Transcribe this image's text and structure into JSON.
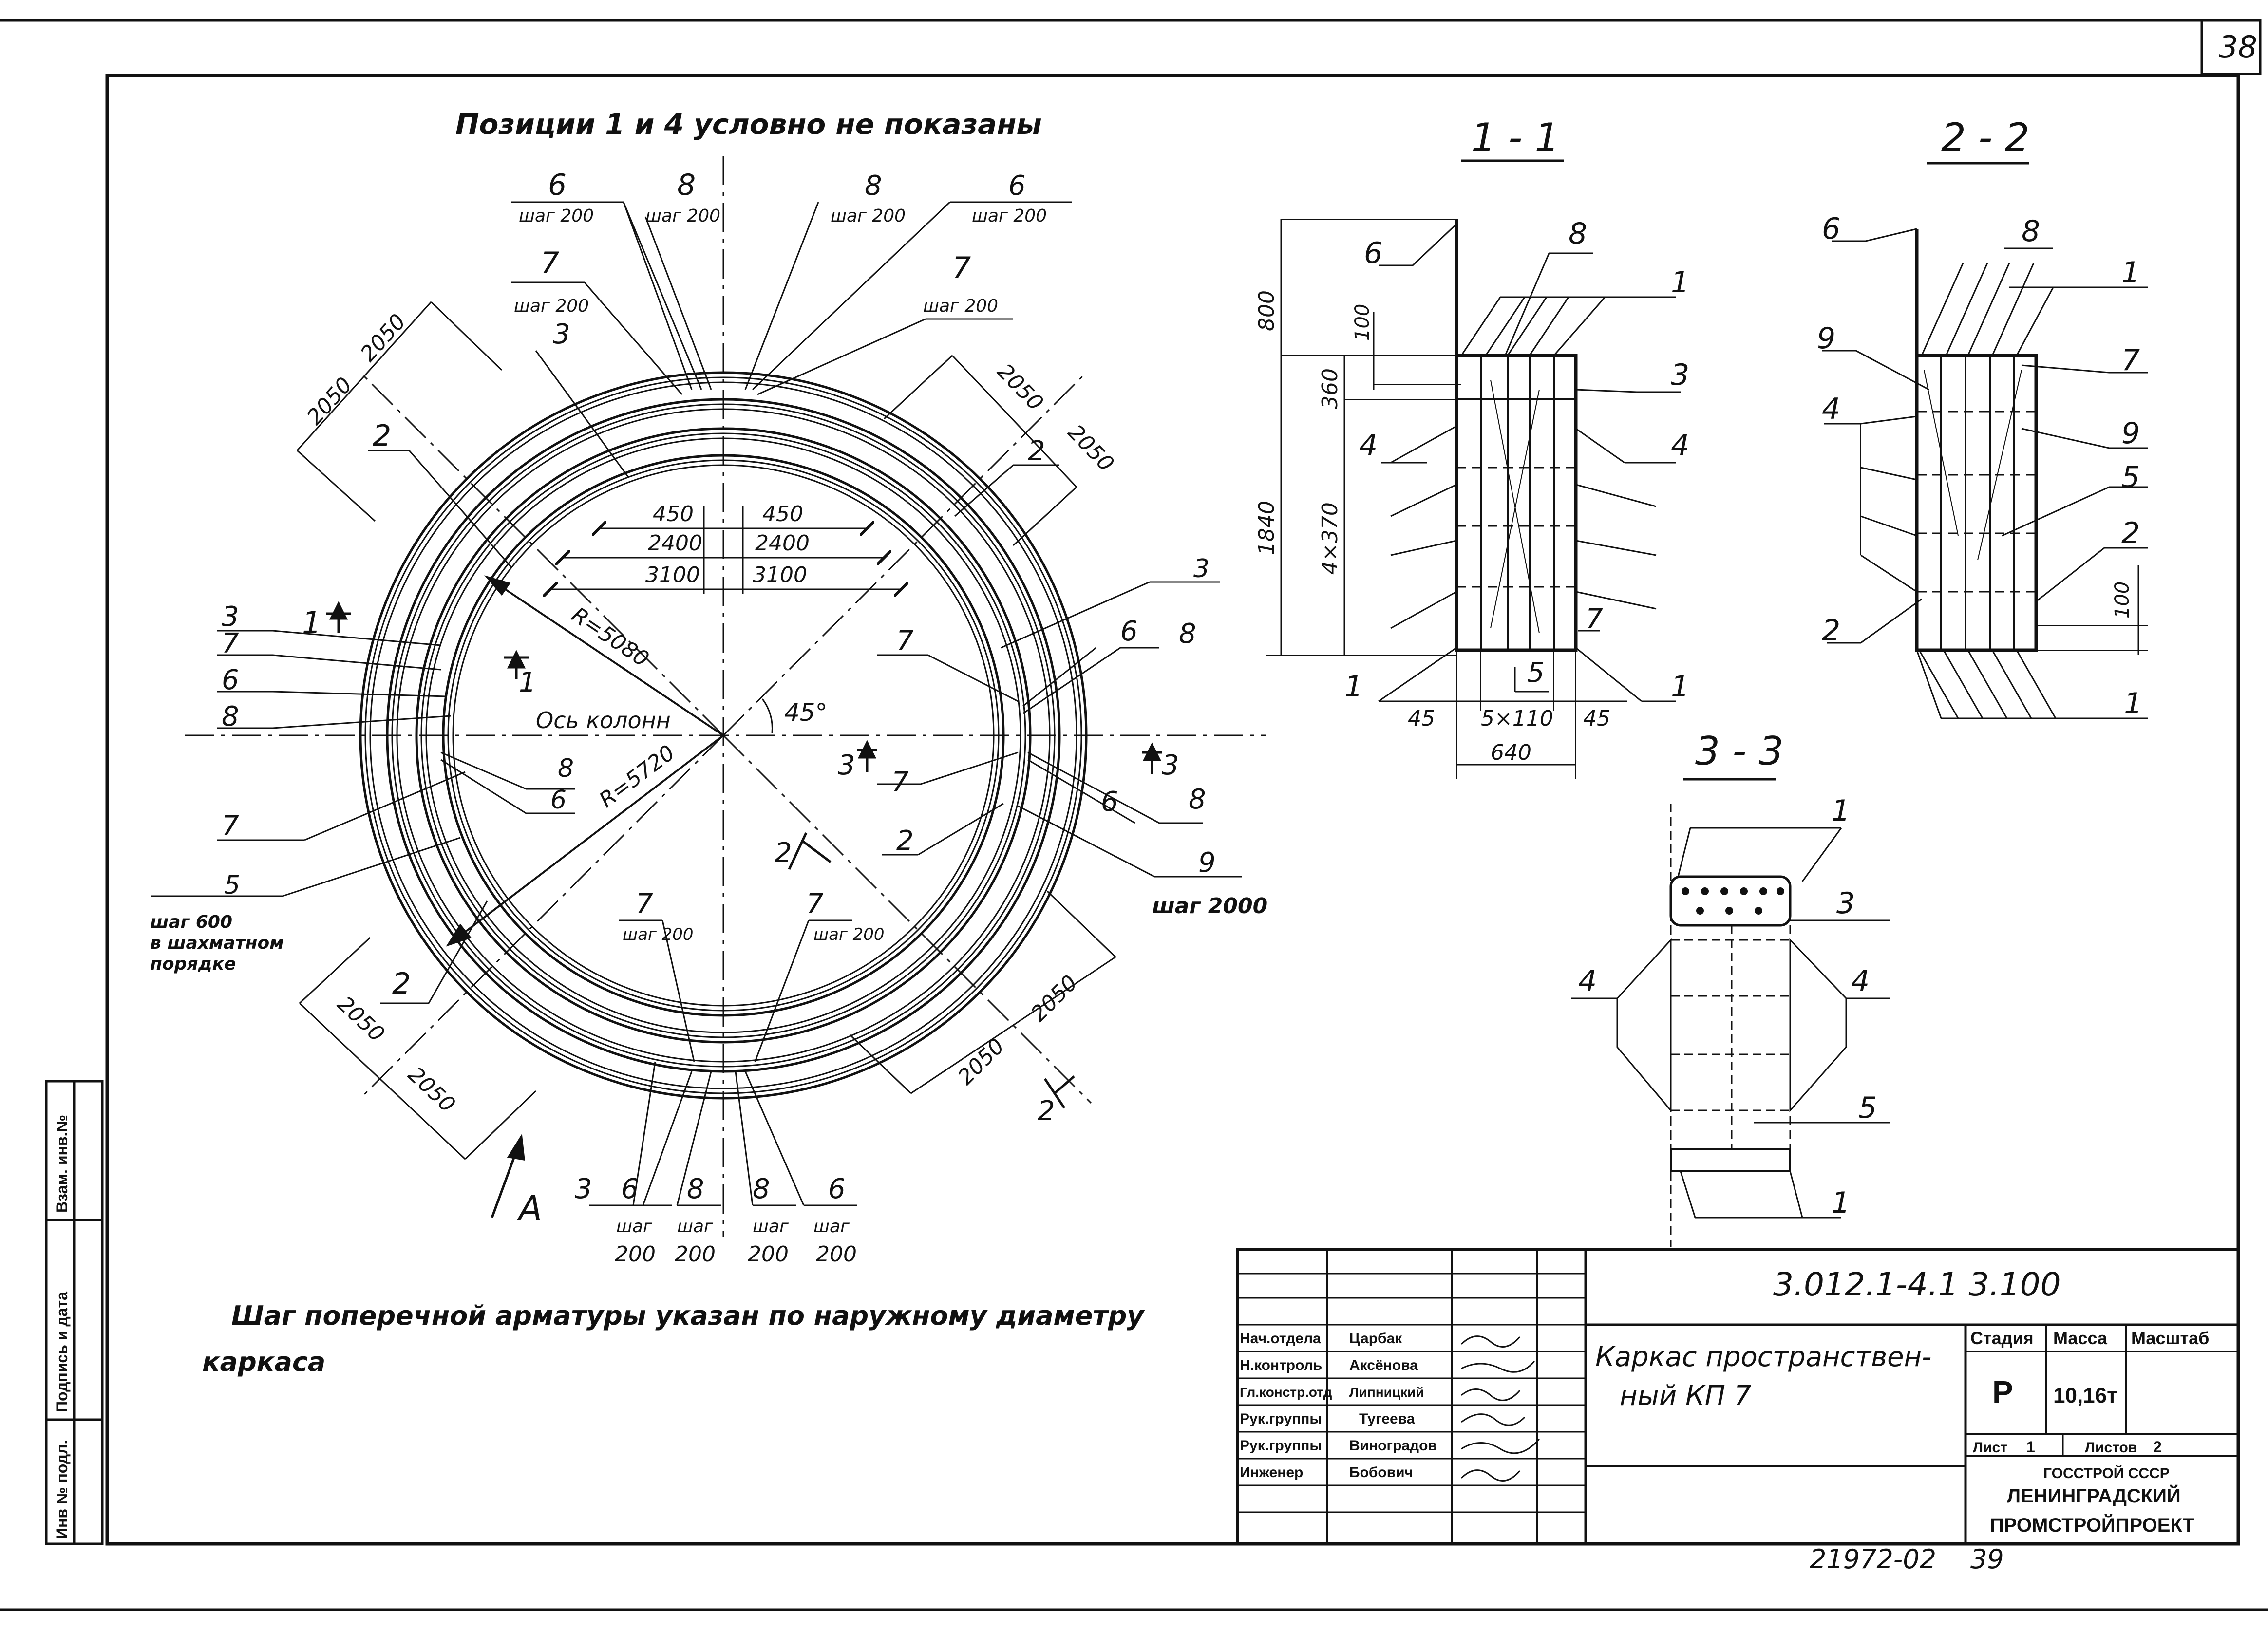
{
  "sheet_number": "38",
  "note_top": "Позиции 1 и 4 условно не показаны",
  "note_bottom_line1": "Шаг поперечной арматуры указан по наружному диаметру",
  "note_bottom_line2": "каркаса",
  "side_stamp": {
    "col1": "Инв № подл.",
    "col2": "Подпись и дата",
    "col3": "Взам. инв.№"
  },
  "ring": {
    "axis_label": "Ось колонн",
    "r_inner": "R=5080",
    "r_outer": "R=5720",
    "angle": "45°",
    "dims_top": [
      "450",
      "450",
      "2400",
      "2400",
      "3100",
      "3100"
    ],
    "chord_dims": [
      "2050",
      "2050"
    ],
    "view_label": "А",
    "section_marks": [
      "1",
      "1",
      "2",
      "2",
      "3",
      "3"
    ],
    "step_labels": {
      "shag200": "шаг 200",
      "shag2000": "шаг 2000",
      "pos5_1": "шаг 600",
      "pos5_2": "в шахматном",
      "pos5_3": "порядке",
      "bottom_shag": "шаг",
      "bottom_val": "200"
    },
    "positions": [
      "1",
      "2",
      "3",
      "4",
      "5",
      "6",
      "7",
      "8",
      "9"
    ]
  },
  "section_11": {
    "title": "1 - 1",
    "dims": {
      "h800": "800",
      "h100": "100",
      "h360": "360",
      "h1840": "1840",
      "h4x370": "4×370",
      "w45a": "45",
      "w5x110": "5×110",
      "w45b": "45",
      "w640": "640"
    }
  },
  "section_22": {
    "title": "2 - 2",
    "dim100": "100"
  },
  "section_33": {
    "title": "3 - 3"
  },
  "title_block": {
    "doc_code": "3.012.1-4.1  3.100",
    "item_name_1": "Каркас пространствен-",
    "item_name_2": "ный  КП 7",
    "col_stage": "Стадия",
    "col_mass": "Масса",
    "col_scale": "Масштаб",
    "stage": "Р",
    "mass": "10,16т",
    "sheet_label": "Лист",
    "sheet_value": "1",
    "sheets_label": "Листов",
    "sheets_value": "2",
    "org_1": "ГОССТРОЙ СССР",
    "org_2": "ЛЕНИНГРАДСКИЙ",
    "org_3": "ПРОМСТРОЙПРОЕКТ",
    "people": [
      {
        "role": "Нач.отдела",
        "name": "Царбак"
      },
      {
        "role": "Н.контроль",
        "name": "Аксёнова"
      },
      {
        "role": "Гл.констр.отд",
        "name": "Липницкий"
      },
      {
        "role": "Рук.группы",
        "name": "Тугеева"
      },
      {
        "role": "Рук.группы",
        "name": "Виноградов"
      },
      {
        "role": "Инженер",
        "name": "Бобович"
      }
    ]
  },
  "footer_code": "21972-02",
  "footer_page": "39"
}
